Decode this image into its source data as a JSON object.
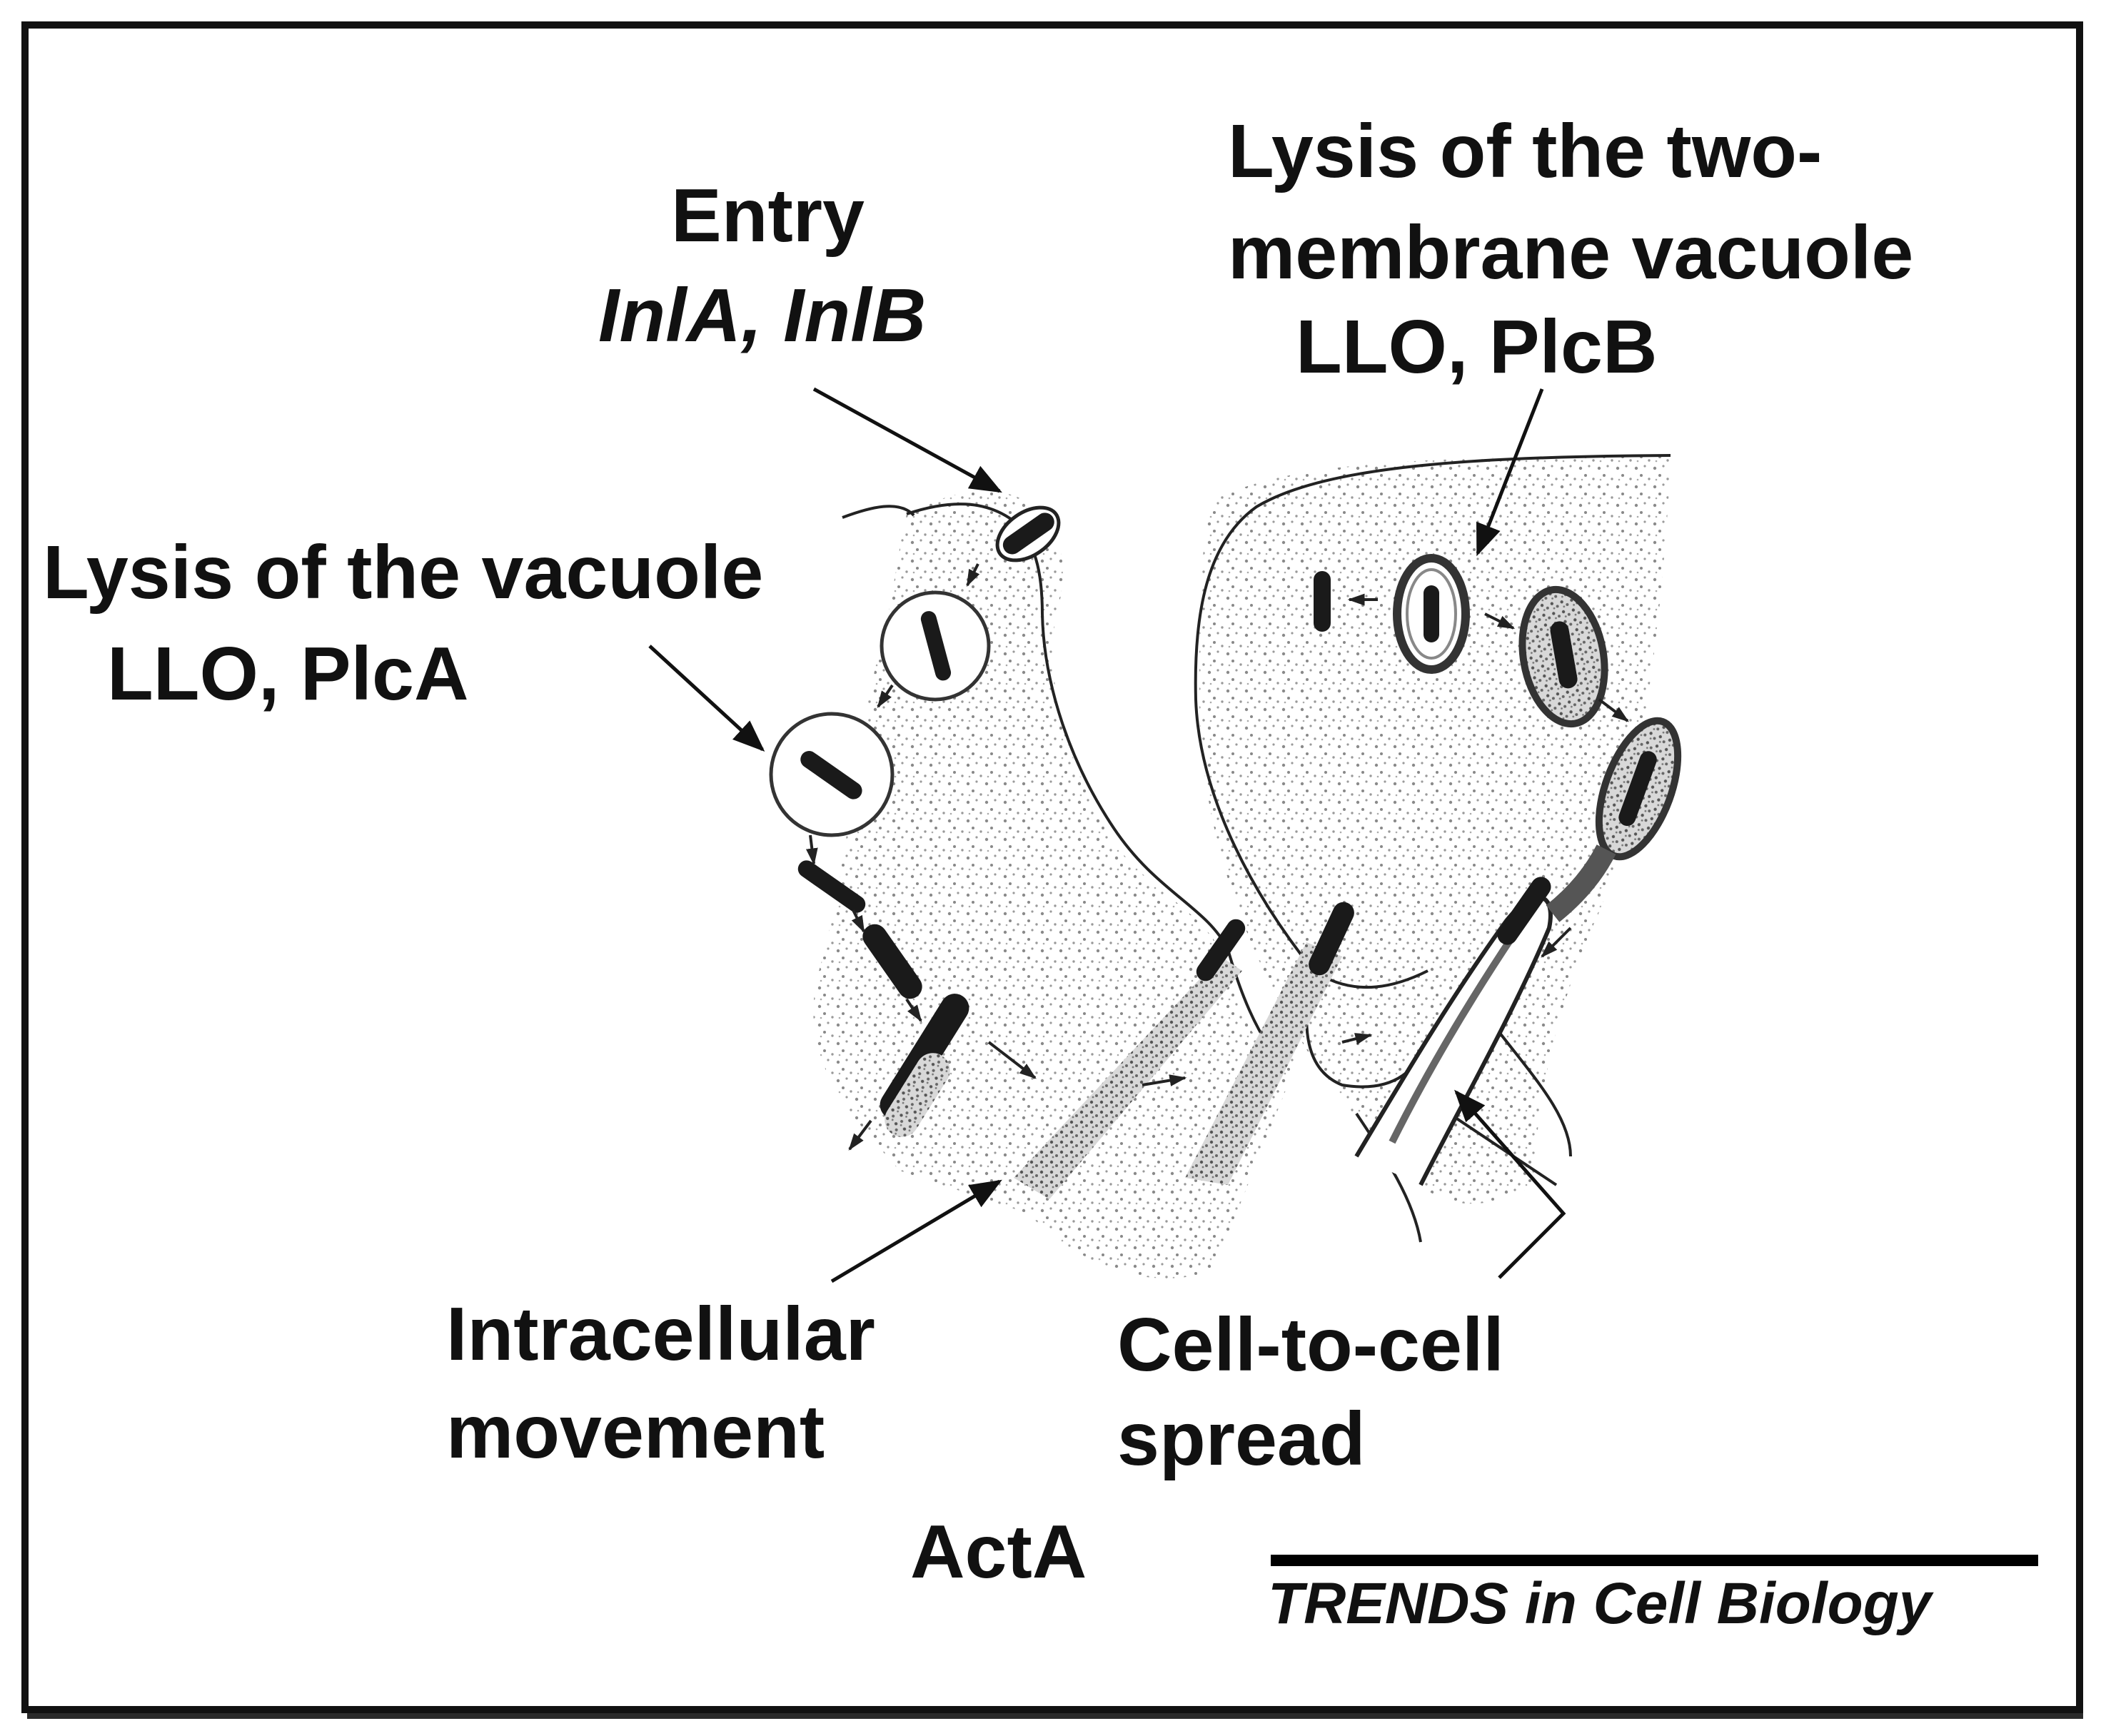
{
  "labels": {
    "entry_title": "Entry",
    "entry_genes": "InlA, InlB",
    "lysis_vacuole_title": "Lysis of the vacuole",
    "lysis_vacuole_genes": "LLO, PlcA",
    "lysis_two_line1": "Lysis of the two-",
    "lysis_two_line2": "membrane vacuole",
    "lysis_two_genes": "LLO, PlcB",
    "intracellular_line1": "Intracellular",
    "intracellular_line2": "movement",
    "acta": "ActA",
    "spread_line1": "Cell-to-cell",
    "spread_line2": "spread"
  },
  "credit": "TRENDS in Cell Biology",
  "colors": {
    "ink": "#111111",
    "frame": "#111111",
    "stipple": "#8a8a8a",
    "bacterium": "#1a1a1a"
  }
}
